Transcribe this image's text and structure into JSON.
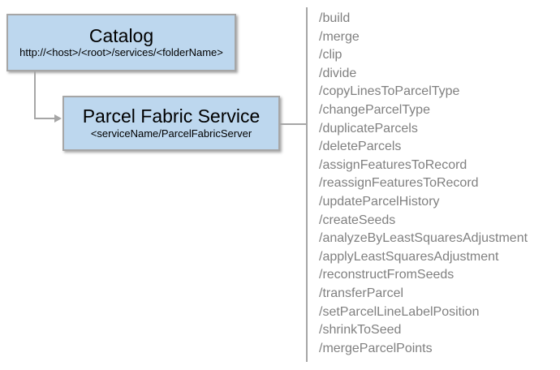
{
  "catalog": {
    "title": "Catalog",
    "url": "http://<host>/<root>/services/<folderName>"
  },
  "service": {
    "title": "Parcel Fabric Service",
    "url": "<serviceName/ParcelFabricServer"
  },
  "endpoints": {
    "items": [
      "/build",
      "/merge",
      "/clip",
      "/divide",
      "/copyLinesToParcelType",
      "/changeParcelType",
      "/duplicateParcels",
      "/deleteParcels",
      "/assignFeaturesToRecord",
      "/reassignFeaturesToRecord",
      "/updateParcelHistory",
      "/createSeeds",
      "/analyzeByLeastSquaresAdjustment",
      "/applyLeastSquaresAdjustment",
      "/reconstructFromSeeds",
      "/transferParcel",
      "/setParcelLineLabelPosition",
      "/shrinkToSeed",
      "/mergeParcelPoints"
    ]
  },
  "colors": {
    "node_fill": "#BDD7EE",
    "node_border": "#A6A6A6",
    "connector": "#A6A6A6",
    "endpoint_text": "#808080",
    "title_text": "#000000"
  }
}
